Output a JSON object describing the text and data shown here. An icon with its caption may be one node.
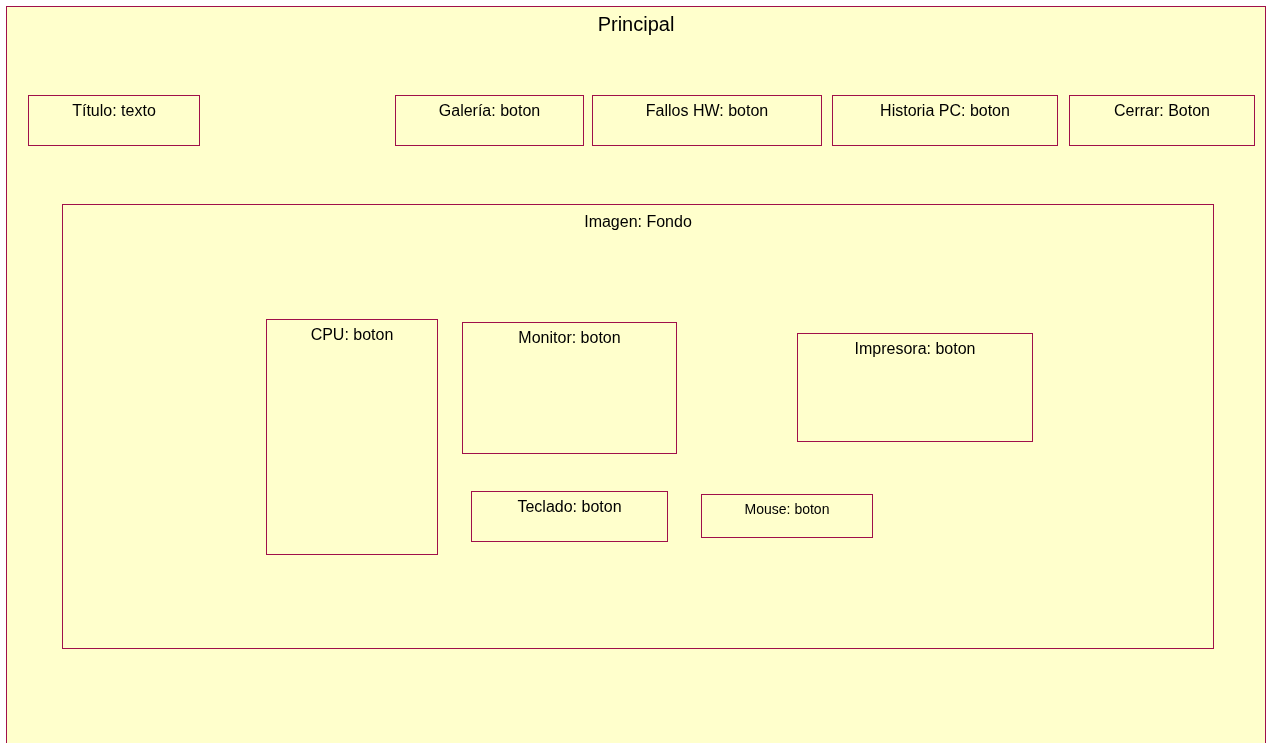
{
  "diagram": {
    "nodes": [
      {
        "text": [
          "Principal"
        ]
      },
      {
        "text": [
          "Título: texto"
        ],
        "in": 0
      },
      {
        "text": [
          "Galería: boton"
        ],
        "in": 0
      },
      {
        "text": [
          "Fallos HW: boton"
        ],
        "in": 0
      },
      {
        "text": [
          "Historia PC: boton"
        ],
        "in": 0
      },
      {
        "text": [
          "Cerrar: Boton"
        ],
        "in": 0
      },
      {
        "text": [
          "Imagen: Fondo"
        ],
        "in": 0
      },
      {
        "text": [
          "CPU: boton"
        ],
        "in": 6
      },
      {
        "text": [
          "Monitor: boton"
        ],
        "in": 6
      },
      {
        "text": [
          "Impresora: boton"
        ],
        "in": 6
      },
      {
        "text": [
          "Teclado: boton"
        ],
        "in": 6
      },
      {
        "text": [
          "Mouse: boton"
        ],
        "in": 6
      }
    ]
  }
}
